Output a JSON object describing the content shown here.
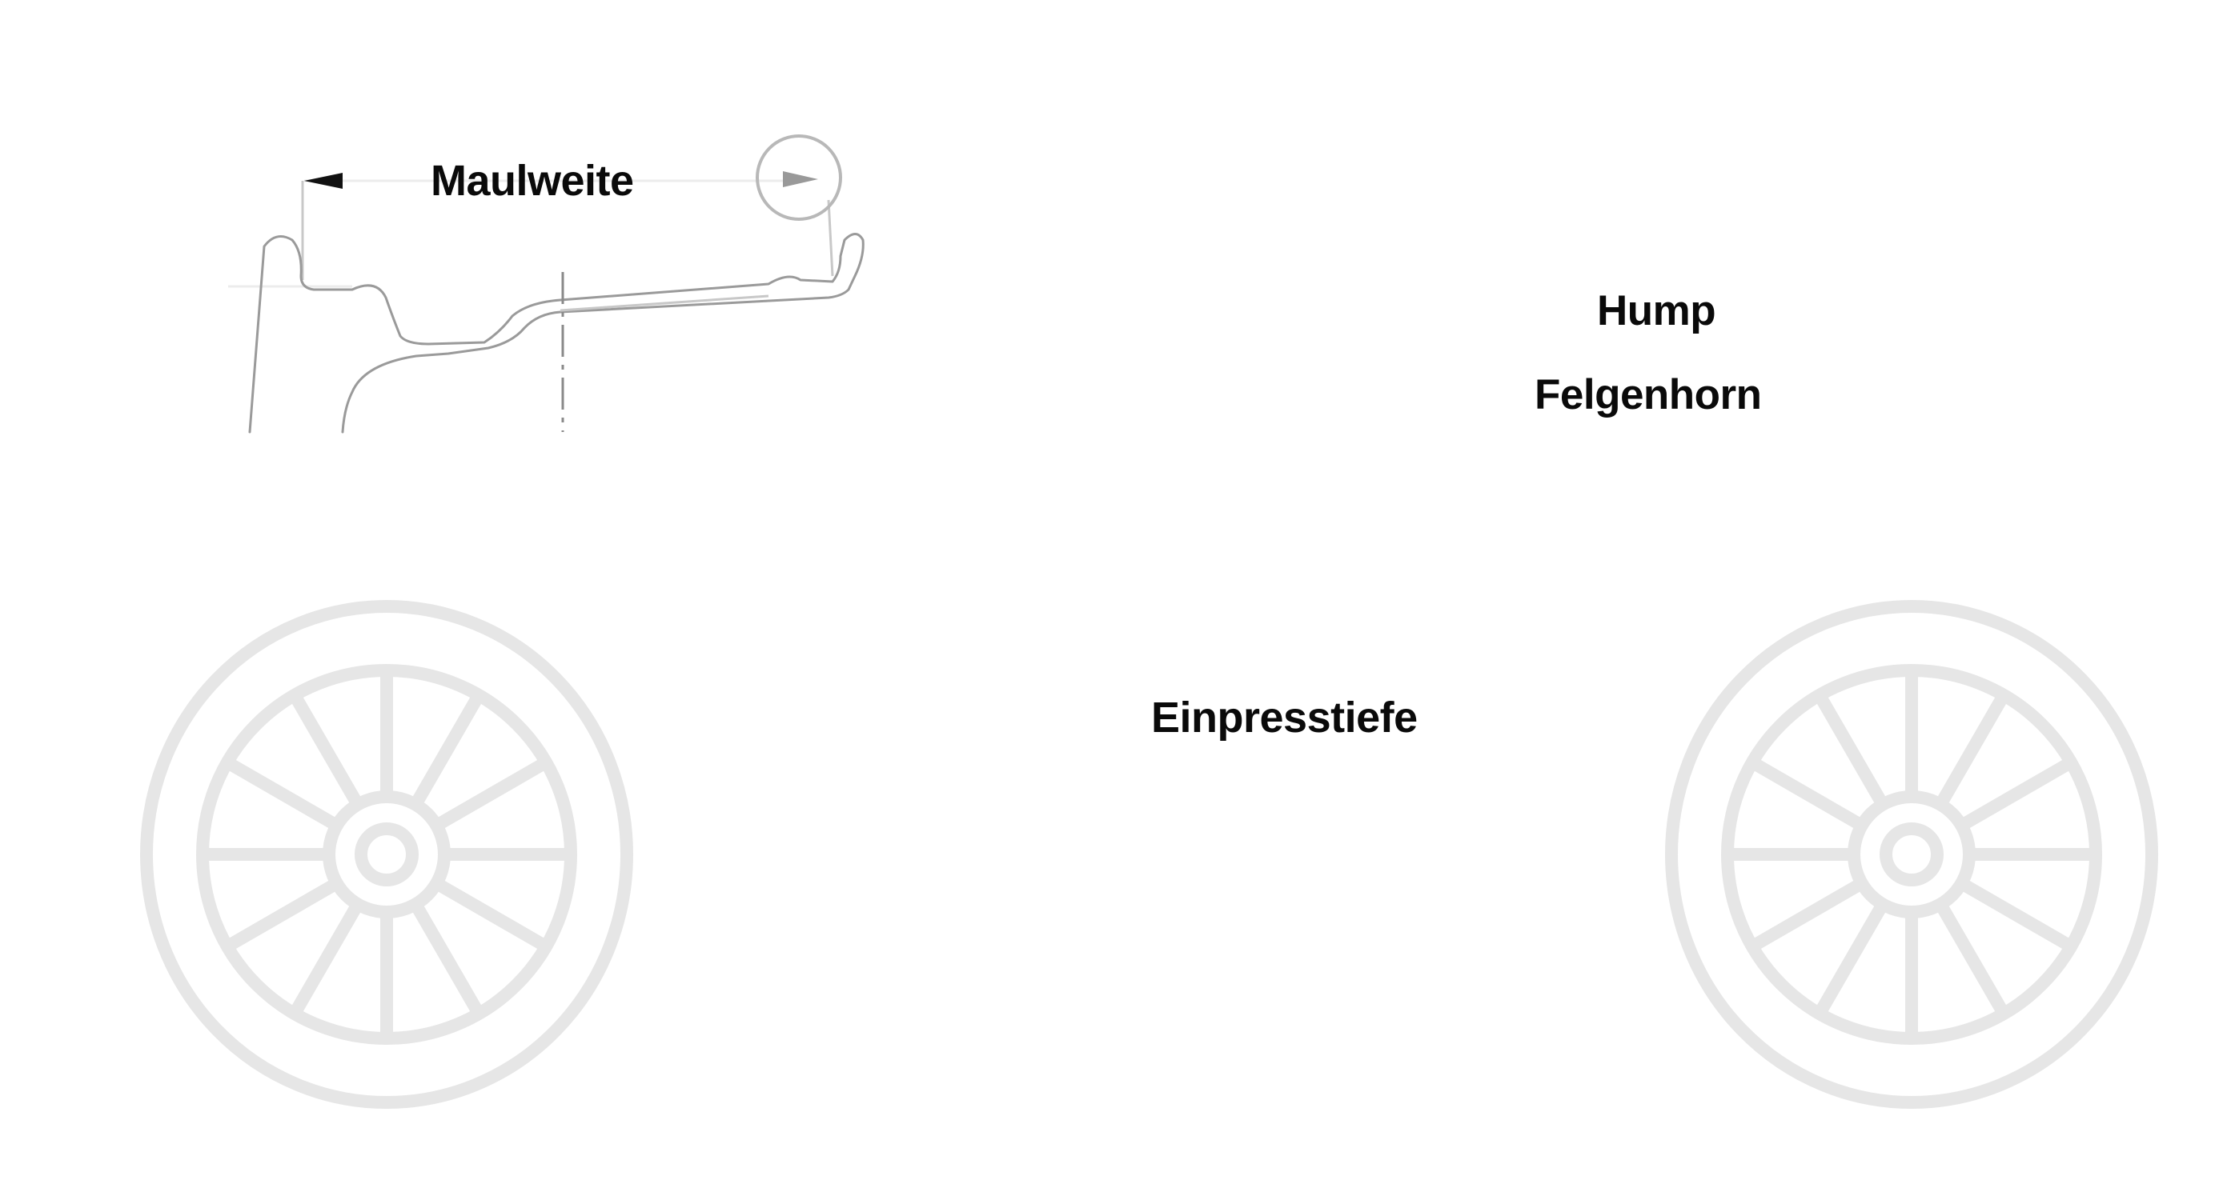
{
  "labels": {
    "maulweite": "Maulweite",
    "hump": "Hump",
    "felgenhorn": "Felgenhorn",
    "einpresstiefe": "Einpresstiefe"
  },
  "colors": {
    "background": "#ffffff",
    "label_text": "#0a0a0a",
    "drawing_lines": "#9a9a9a",
    "wheel_icon": "#e6e6e6",
    "arrow_dark": "#111111",
    "arrow_grey": "#8c8c8c"
  },
  "diagrams": [
    {
      "id": "rim-width-profile",
      "label_key": "maulweite"
    },
    {
      "id": "hump-rimflange-profile",
      "label_keys": [
        "hump",
        "felgenhorn"
      ]
    },
    {
      "id": "offset-section",
      "label_key": "einpresstiefe"
    }
  ],
  "icons": [
    "wheel-icon-left",
    "wheel-icon-right"
  ]
}
